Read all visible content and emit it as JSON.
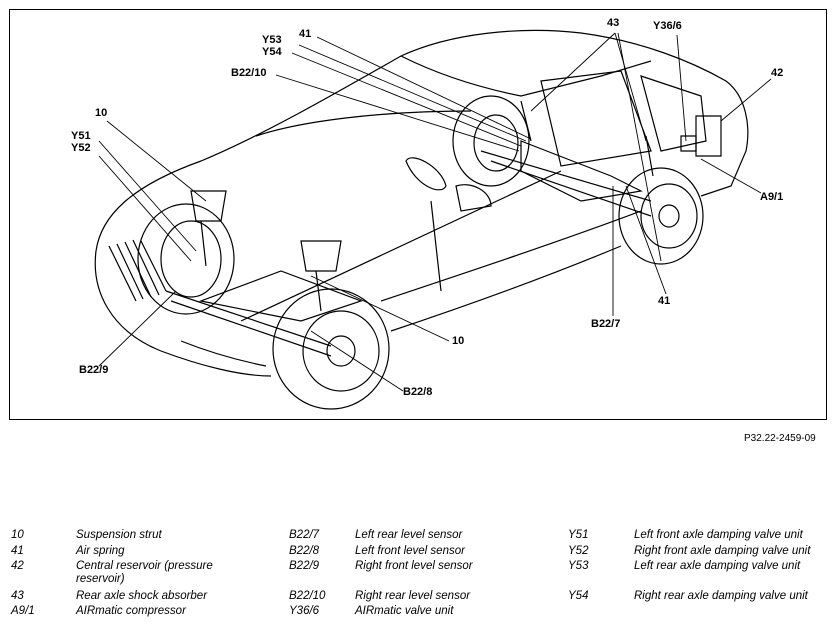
{
  "figure": {
    "code": "P32.22-2459-09",
    "callouts": {
      "c41": "41",
      "c43": "43",
      "cY366": "Y36/6",
      "cY53": "Y53",
      "cY54": "Y54",
      "cB2210": "B22/10",
      "c42": "42",
      "c10a": "10",
      "cY51": "Y51",
      "cY52": "Y52",
      "cA91": "A9/1",
      "c41b": "41",
      "cB227": "B22/7",
      "c10b": "10",
      "cB229": "B22/9",
      "cB228": "B22/8"
    }
  },
  "legend": {
    "col1": [
      {
        "code": "10",
        "desc": "Suspension strut"
      },
      {
        "code": "41",
        "desc": "Air spring"
      },
      {
        "code": "42",
        "desc": "Central reservoir (pressure reservoir)"
      },
      {
        "code": "43",
        "desc": "Rear axle shock absorber"
      },
      {
        "code": "A9/1",
        "desc": "AIRmatic compressor"
      }
    ],
    "col2": [
      {
        "code": "B22/7",
        "desc": "Left rear level sensor"
      },
      {
        "code": "B22/8",
        "desc": "Left front level sensor"
      },
      {
        "code": "B22/9",
        "desc": "Right front level sensor"
      },
      {
        "code": "B22/10",
        "desc": "Right rear level sensor"
      },
      {
        "code": "Y36/6",
        "desc": "AIRmatic valve unit"
      }
    ],
    "col3": [
      {
        "code": "Y51",
        "desc": "Left front axle damping valve unit"
      },
      {
        "code": "Y52",
        "desc": "Right front axle damping valve unit"
      },
      {
        "code": "Y53",
        "desc": "Left rear axle damping valve unit"
      },
      {
        "code": "Y54",
        "desc": "Right rear axle damping valve unit"
      }
    ]
  }
}
